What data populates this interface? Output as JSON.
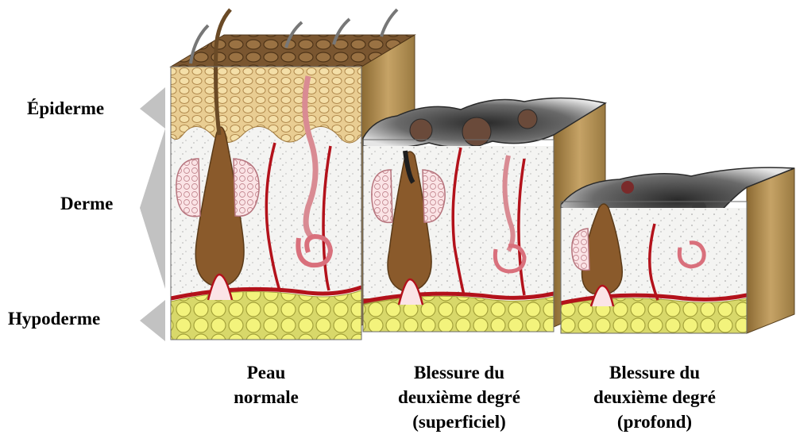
{
  "layers": {
    "epidermis": "Épiderme",
    "dermis": "Derme",
    "hypodermis": "Hypoderme"
  },
  "captions": {
    "normal": [
      "Peau",
      "normale"
    ],
    "superficial": [
      "Blessure du",
      "deuxième degré",
      "(superficiel)"
    ],
    "deep": [
      "Blessure du",
      "deuxième degré",
      "(profond)"
    ]
  },
  "colors": {
    "epidermis": "#e9cd92",
    "epidermis_surface": "#7a5630",
    "dermis": "#f4f4f2",
    "hypodermis": "#f0f07a",
    "blood_vessel": "#b3121b",
    "hair_follicle": "#8a5a2b",
    "side_face": "#a98243",
    "bracket": "#c2c2c2",
    "burn": "#3c3c3c"
  }
}
